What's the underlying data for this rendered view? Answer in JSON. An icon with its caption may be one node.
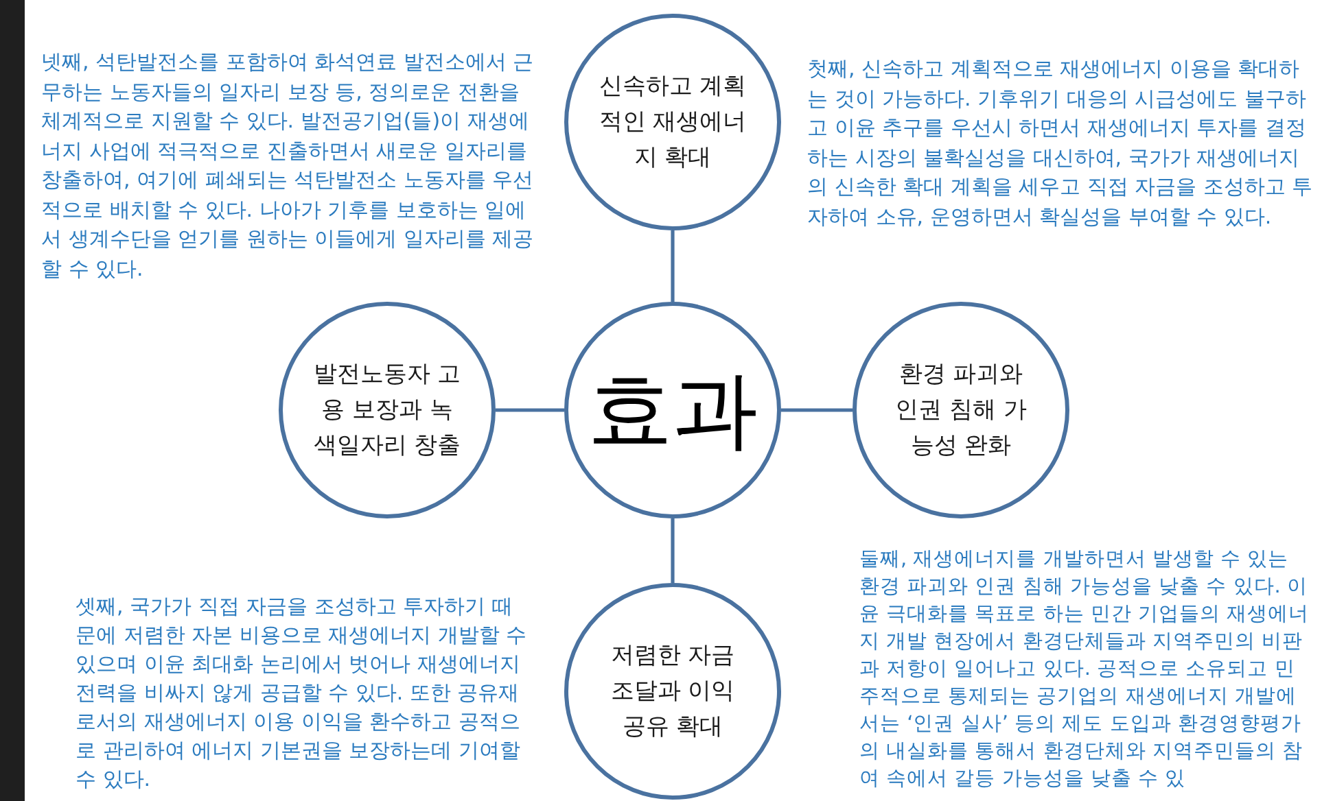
{
  "diagram": {
    "nodes": [
      {
        "text": [
          "신속하고 계획적인 재생에너지 확대"
        ],
        "beside": [
          "첫째, 신속하고 계획적으로 재생에너지 이용을 확대하는 것이 가능하다. 기후위기 대응의 시급성에도 불구하고 이윤 추구를 우선시 하면서 재생에너지 투자를 결정하는 시장의 불확실성을 대신하여, 국가가 재생에너지의 신속한 확대 계획을 세우고 직접 자금을 조성하고 투자하여 소유, 운영하면서 확실성을 부여할 수 있다."
        ]
      },
      {
        "text": [
          "발전노동자 고용 보장과 녹색일자리 창출"
        ],
        "beside": [
          "넷째, 석탄발전소를 포함하여 화석연료 발전소에서 근무하는 노동자들의 일자리 보장 등, 정의로운 전환을 체계적으로 지원할 수 있다. 발전공기업(들)이 재생에너지 사업에 적극적으로 진출하면서 새로운 일자리를 창출하여, 여기에 폐쇄되는 석탄발전소 노동자를 우선적으로 배치할 수 있다. 나아가 기후를 보호하는 일에서 생계수단을 얻기를 원하는 이들에게 일자리를 제공할 수 있다."
        ]
      },
      {
        "text": [
          "효과"
        ]
      },
      {
        "text": [
          "환경 파괴와 인권 침해 가능성 완화"
        ],
        "beside": [
          "둘째, 재생에너지를 개발하면서 발생할 수 있는 환경 파괴와 인권 침해 가능성을 낮출 수 있다. 이윤 극대화를 목표로 하는 민간 기업들의 재생에너지 개발 현장에서 환경단체들과 지역주민의 비판과 저항이 일어나고 있다. 공적으로 소유되고 민주적으로 통제되는 공기업의 재생에너지 개발에서는 ‘인권 실사’ 등의 제도 도입과 환경영향평가의 내실화를 통해서 환경단체와 지역주민들의 참여 속에서 갈등 가능성을 낮출 수 있"
        ]
      },
      {
        "text": [
          "저렴한 자금 조달과 이익 공유 확대"
        ],
        "beside": [
          "셋째, 국가가 직접 자금을 조성하고 투자하기 때문에 저렴한 자본 비용으로 재생에너지 개발할 수 있으며 이윤 최대화 논리에서 벗어나 재생에너지 전력을 비싸지 않게 공급할 수 있다. 또한 공유재로서의 재생에너지 이용 이익을 환수하고 공적으로 관리하여 에너지 기본권을 보장하는데 기여할 수 있다."
        ]
      }
    ],
    "edges": [
      {
        "from": 2,
        "to": 0,
        "arrow": "none"
      },
      {
        "from": 2,
        "to": 1,
        "arrow": "none"
      },
      {
        "from": 2,
        "to": 3,
        "arrow": "none"
      },
      {
        "from": 2,
        "to": 4,
        "arrow": "none"
      }
    ]
  }
}
